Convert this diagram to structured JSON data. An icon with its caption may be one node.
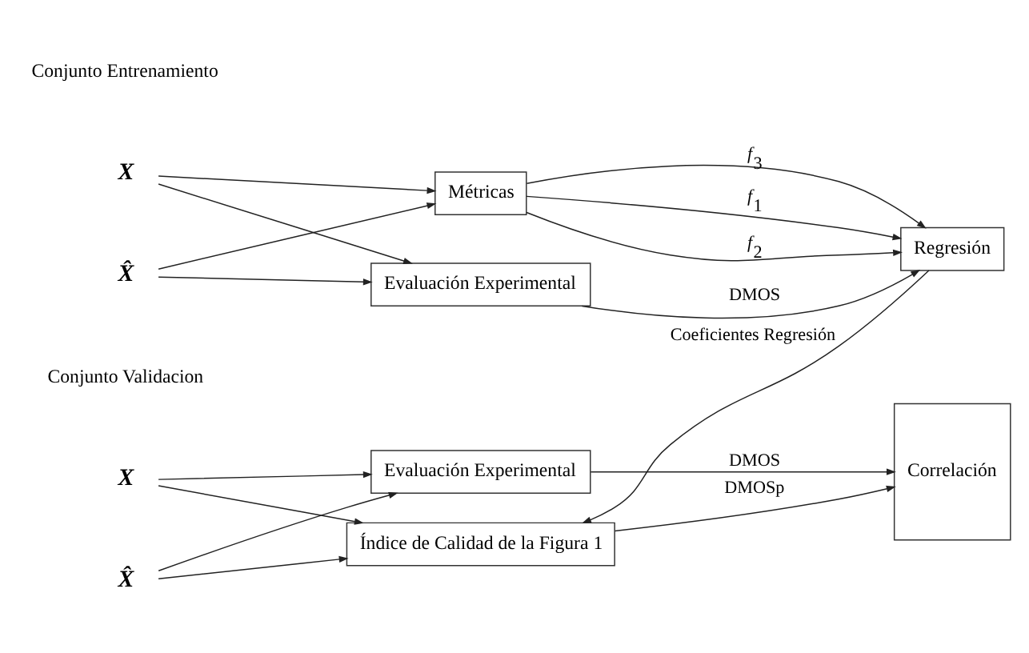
{
  "diagram": {
    "nodes": [
      {
        "text": [
          "X"
        ]
      },
      {
        "text": [
          "X̂"
        ]
      },
      {
        "text": [
          "Evaluación Experimental"
        ]
      },
      {
        "text": [
          "Métricas"
        ]
      },
      {
        "text": [
          "Regresión"
        ]
      },
      {
        "text": [
          "X"
        ]
      },
      {
        "text": [
          "X̂"
        ]
      },
      {
        "text": [
          "Índice de Calidad de la Figura 1"
        ]
      },
      {
        "text": [
          "Evaluación Experimental"
        ]
      },
      {
        "text": [
          "Correlación"
        ]
      }
    ],
    "edges": [
      {
        "from": 0,
        "to": 2,
        "arrow": "to"
      },
      {
        "from": 0,
        "to": 3,
        "arrow": "to"
      },
      {
        "from": 1,
        "to": 2,
        "arrow": "to"
      },
      {
        "from": 1,
        "to": 3,
        "arrow": "to"
      },
      {
        "from": 2,
        "to": 4,
        "arrow": "to",
        "label": "DMOS"
      },
      {
        "from": 3,
        "to": 4,
        "arrow": "to",
        "label": "*f*$_{1}$"
      },
      {
        "from": 3,
        "to": 4,
        "arrow": "to",
        "label": "*f*$_{2}$"
      },
      {
        "from": 3,
        "to": 4,
        "arrow": "to",
        "label": "*f*$_{3}$"
      },
      {
        "from": 4,
        "to": 7,
        "arrow": "to",
        "label": "Coeficientes Regresión"
      },
      {
        "from": 5,
        "to": 7,
        "arrow": "to"
      },
      {
        "from": 5,
        "to": 8,
        "arrow": "to"
      },
      {
        "from": 6,
        "to": 7,
        "arrow": "to"
      },
      {
        "from": 6,
        "to": 8,
        "arrow": "to"
      },
      {
        "from": 7,
        "to": 9,
        "arrow": "to",
        "label": "DMOSp"
      },
      {
        "from": 8,
        "to": 9,
        "arrow": "to",
        "label": "DMOS"
      }
    ],
    "labels": [
      "Conjunto Entrenamiento",
      "Conjunto Validacion"
    ]
  }
}
